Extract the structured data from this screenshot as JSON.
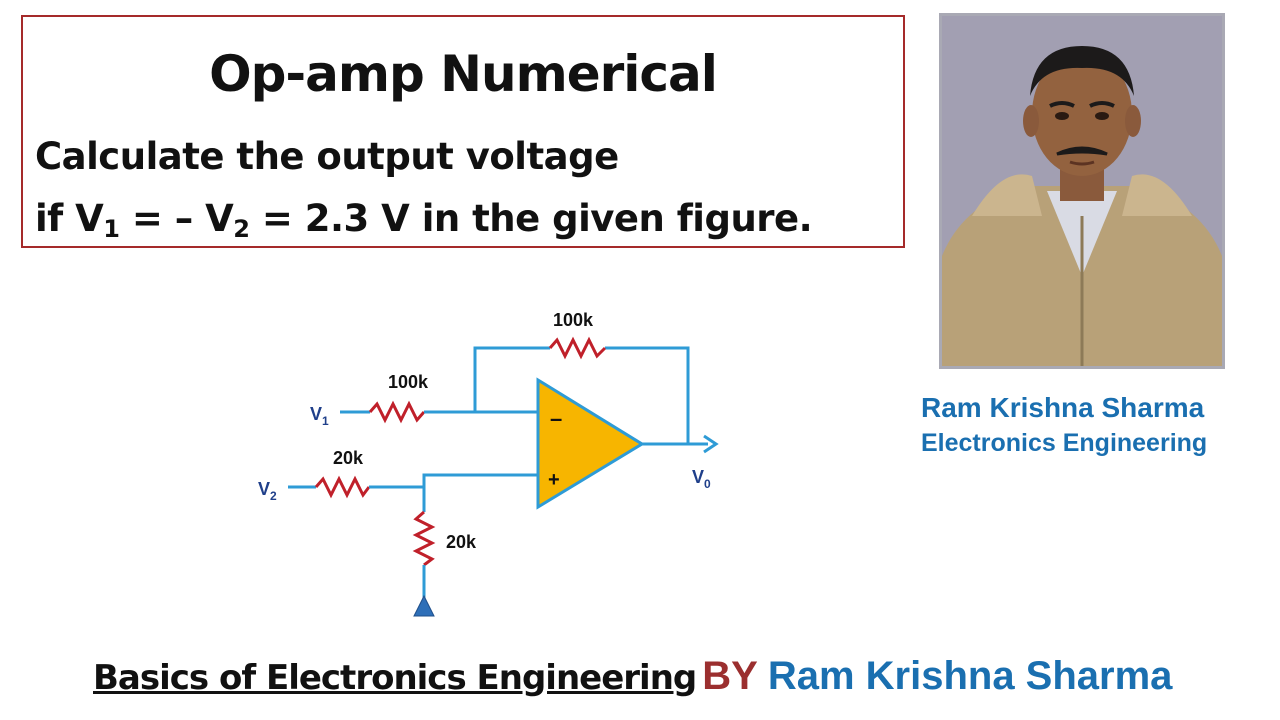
{
  "question": {
    "title": "Op-amp Numerical",
    "line1": "Calculate the output voltage",
    "line2_pre": "if V",
    "line2_sub1": "1",
    "line2_mid": " = – V",
    "line2_sub2": "2",
    "line2_post": " = 2.3 V in the given figure."
  },
  "author": {
    "name": "Ram Krishna Sharma",
    "department": "Electronics Engineering"
  },
  "circuit": {
    "r_feedback": "100k",
    "r_in1": "100k",
    "r_in2": "20k",
    "r_ground": "20k",
    "v1": "V",
    "v1_sub": "1",
    "v2": "V",
    "v2_sub": "2",
    "vout": "V",
    "vout_sub": "0",
    "minus": "–",
    "plus": "+",
    "colors": {
      "wire": "#2e9bd6",
      "resistor": "#c0202a",
      "opamp": "#f7b500"
    }
  },
  "footer": {
    "course": "Basics of Electronics Engineering",
    "by": "BY",
    "author": "Ram Krishna Sharma"
  }
}
